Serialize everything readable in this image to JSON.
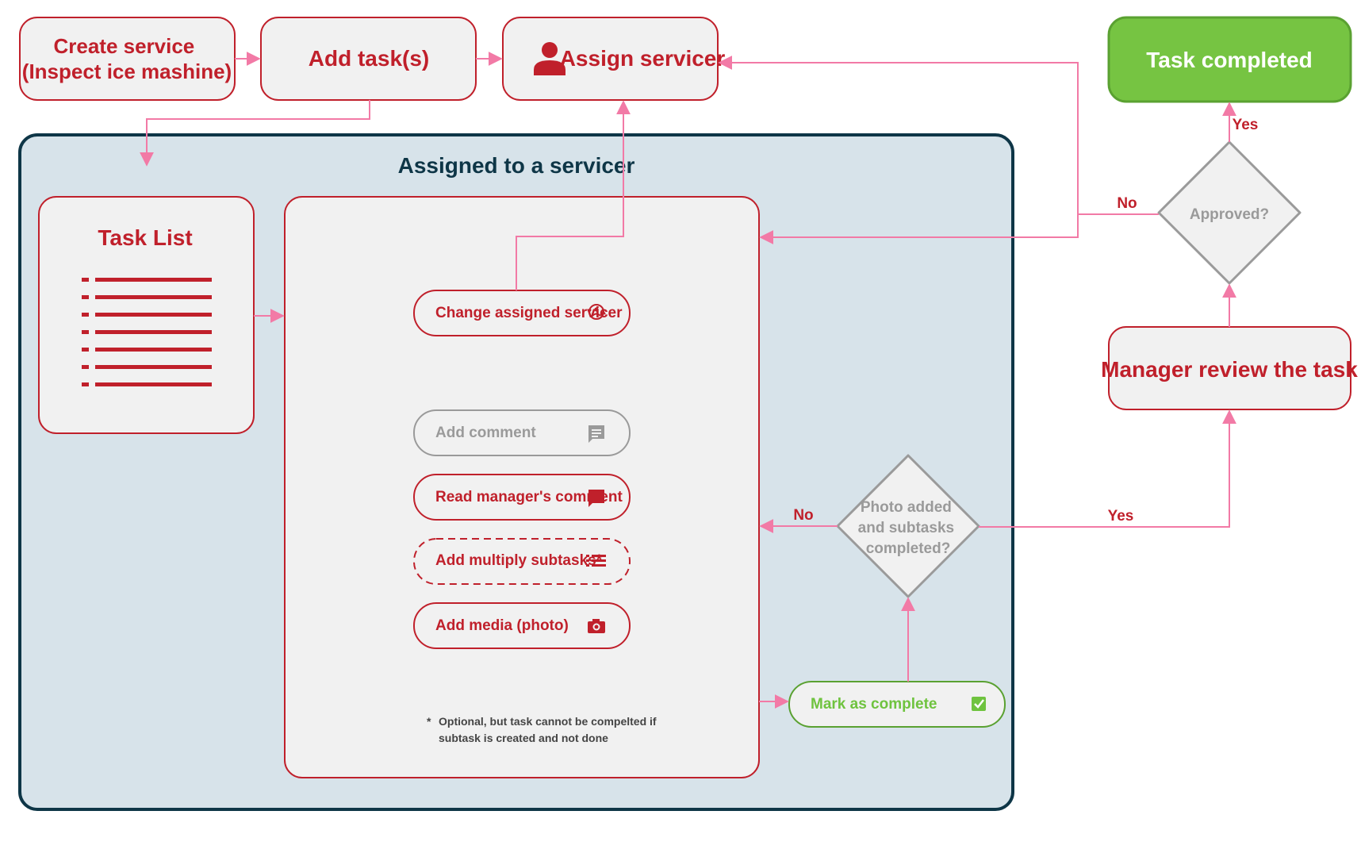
{
  "colors": {
    "accent_red": "#c0202b",
    "connector_pink": "#f27aa6",
    "success_green": "#6fc33f",
    "green_dark": "#5aa131",
    "container_fill": "#d7e3ea",
    "container_border": "#0e3647",
    "box_fill": "#f1f1f1",
    "gray_text": "#9a9a9a"
  },
  "steps": {
    "create_service": [
      "Create service",
      "(Inspect ice mashine)"
    ],
    "add_tasks": "Add task(s)",
    "assign_servicer": "Assign servicer",
    "task_completed": "Task completed",
    "manager_review": "Manager review the task"
  },
  "container": {
    "title": "Assigned to a servicer"
  },
  "task_list": {
    "title": "Task List",
    "icon": "list-icon"
  },
  "actions": {
    "change_servicer": {
      "label": "Change assigned servicer",
      "icon": "switch-user-icon"
    },
    "add_comment": {
      "label": "Add comment",
      "icon": "comment-icon"
    },
    "read_comment": {
      "label": "Read manager's comment",
      "icon": "comment-filled-icon"
    },
    "add_subtasks": {
      "label": "Add multiply subtasks*",
      "icon": "list-bullets-icon"
    },
    "add_media": {
      "label": "Add media (photo)",
      "icon": "camera-icon"
    },
    "mark_complete": {
      "label": "Mark as complete",
      "icon": "checkbox-icon"
    }
  },
  "footnote": {
    "star": "*",
    "line1": "Optional, but task cannot be compelted if",
    "line2": "subtask is created and not done"
  },
  "decisions": {
    "photo_check": [
      "Photo added",
      "and subtasks",
      "completed?"
    ],
    "approved": "Approved?"
  },
  "edge_labels": {
    "photo_no": "No",
    "photo_yes": "Yes",
    "approved_no": "No",
    "approved_yes": "Yes"
  }
}
